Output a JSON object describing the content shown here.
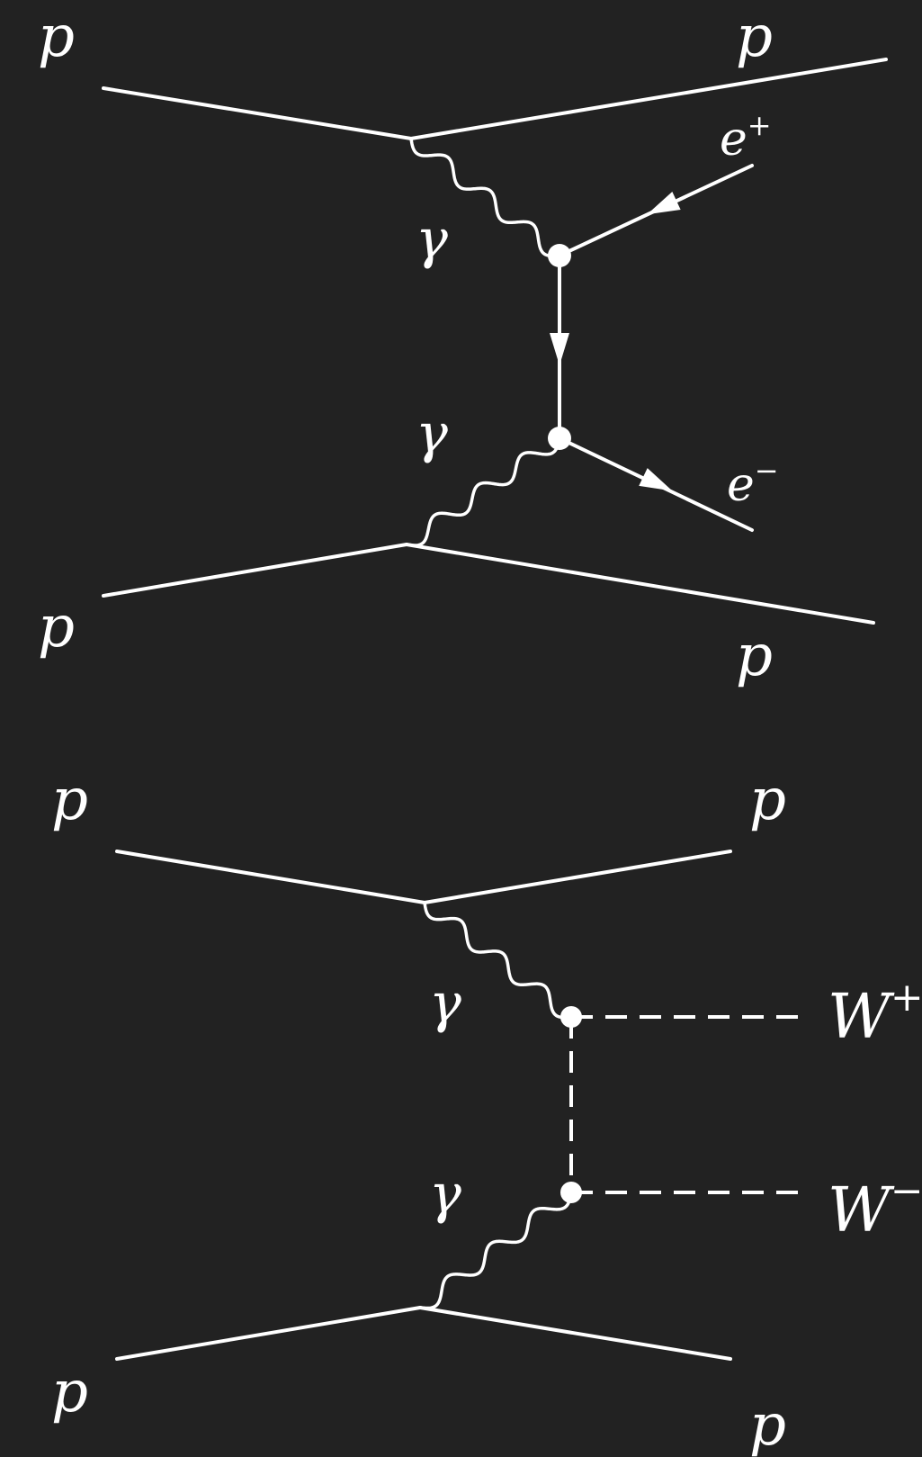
{
  "background_color": "#222222",
  "line_color": "#ffffff",
  "diagrams": [
    {
      "process": "photon-photon to e+e-",
      "labels": {
        "proton_top_left": "p",
        "proton_top_right": "p",
        "proton_bottom_left": "p",
        "proton_bottom_right": "p",
        "photon_upper": "γ",
        "photon_lower": "γ",
        "positron_base": "e",
        "positron_charge": "+",
        "electron_base": "e",
        "electron_charge": "−"
      }
    },
    {
      "process": "photon-photon to W+W-",
      "labels": {
        "proton_top_left": "p",
        "proton_top_right": "p",
        "proton_bottom_left": "p",
        "proton_bottom_right": "p",
        "photon_upper": "γ",
        "photon_lower": "γ",
        "w_plus_base": "W",
        "w_plus_charge": "+",
        "w_minus_base": "W",
        "w_minus_charge": "−"
      }
    }
  ]
}
